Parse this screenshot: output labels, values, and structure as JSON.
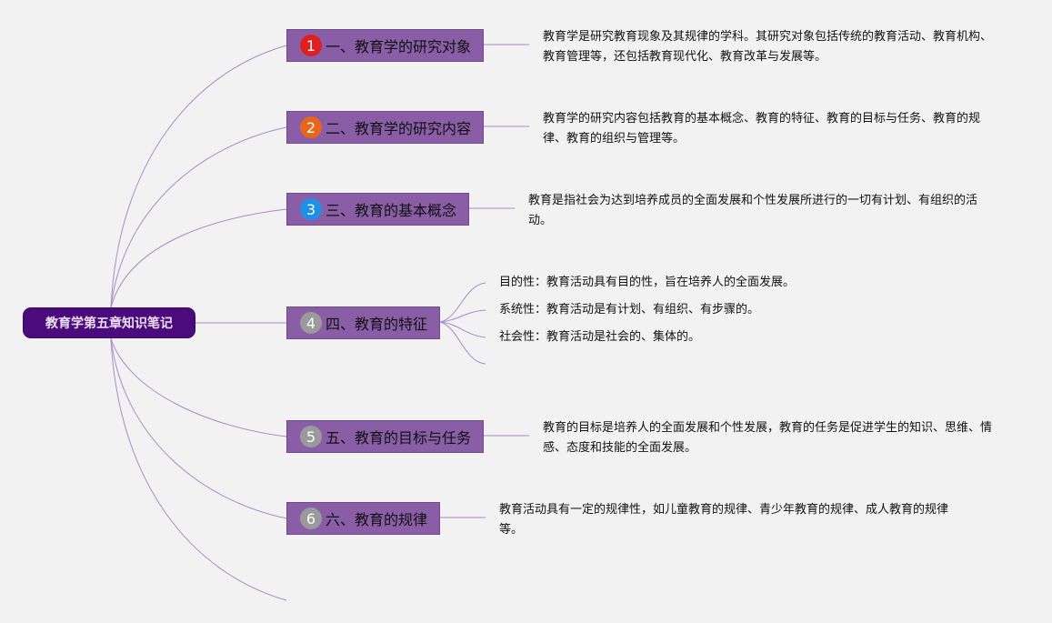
{
  "root": {
    "label": "教育学第五章知识笔记"
  },
  "topics": [
    {
      "num": "1",
      "num_color": "#e02020",
      "label": "一、教育学的研究对象",
      "desc": "教育学是研究教育现象及其规律的学科。其研究对象包括传统的教育活动、教育机构、教育管理等，还包括教育现代化、教育改革与发展等。"
    },
    {
      "num": "2",
      "num_color": "#e8661c",
      "label": "二、教育学的研究内容",
      "desc": "教育学的研究内容包括教育的基本概念、教育的特征、教育的目标与任务、教育的规律、教育的组织与管理等。"
    },
    {
      "num": "3",
      "num_color": "#1e90e6",
      "label": "三、教育的基本概念",
      "desc": "教育是指社会为达到培养成员的全面发展和个性发展所进行的一切有计划、有组织的活动。"
    },
    {
      "num": "4",
      "num_color": "#9a9a9a",
      "label": "四、教育的特征",
      "subs": [
        "目的性：教育活动具有目的性，旨在培养人的全面发展。",
        "系统性：教育活动是有计划、有组织、有步骤的。",
        "社会性：教育活动是社会的、集体的。"
      ]
    },
    {
      "num": "5",
      "num_color": "#9a9a9a",
      "label": "五、教育的目标与任务",
      "desc": "教育的目标是培养人的全面发展和个性发展，教育的任务是促进学生的知识、思维、情感、态度和技能的全面发展。"
    },
    {
      "num": "6",
      "num_color": "#9a9a9a",
      "label": "六、教育的规律",
      "desc": "教育活动具有一定的规律性，如儿童教育的规律、青少年教育的规律、成人教育的规律等。"
    }
  ],
  "colors": {
    "line": "#a58cc8"
  }
}
